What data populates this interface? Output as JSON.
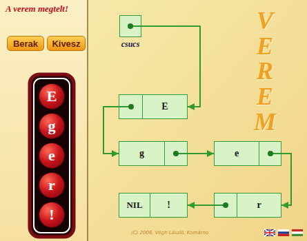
{
  "diagram": {
    "title": "VEREM",
    "nodes": [
      {
        "text": [
          "Berak"
        ]
      },
      {
        "text": [
          "Kivesz"
        ]
      },
      {
        "text": [
          "E"
        ]
      },
      {
        "text": [
          "g"
        ]
      },
      {
        "text": [
          "e"
        ]
      },
      {
        "text": [
          "r"
        ]
      },
      {
        "text": [
          "!"
        ]
      },
      {
        "text": [
          "csucs"
        ]
      },
      {
        "text": [
          "E"
        ]
      },
      {
        "text": [
          "g"
        ]
      },
      {
        "text": [
          "e"
        ]
      },
      {
        "text": [
          "r"
        ]
      },
      {
        "text": [
          "NIL",
          "!"
        ]
      }
    ],
    "edges": [
      {
        "from": 7,
        "to": 8,
        "arrow": "to"
      },
      {
        "from": 8,
        "to": 9,
        "arrow": "to"
      },
      {
        "from": 9,
        "to": 10,
        "arrow": "to"
      },
      {
        "from": 10,
        "to": 11,
        "arrow": "to"
      },
      {
        "from": 11,
        "to": 12,
        "arrow": "to"
      }
    ],
    "labels": [
      "A verem megtelt!",
      "(C) 2006, Végh László, Komárno"
    ]
  }
}
